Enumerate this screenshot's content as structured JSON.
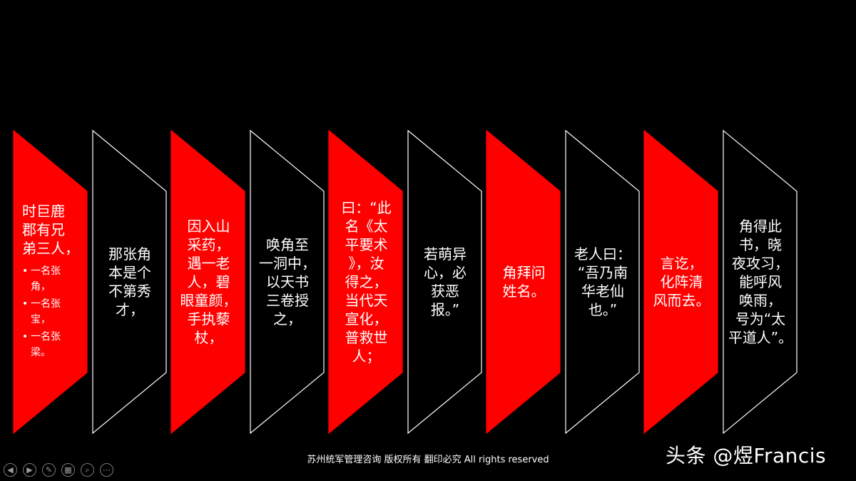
{
  "colors": {
    "red": "#ff0000",
    "black": "#000000",
    "white": "#ffffff"
  },
  "panels": [
    {
      "fill": "red",
      "text": "时巨鹿\n郡有兄\n弟三人，",
      "bullets": [
        "一名张\n角，",
        "一名张\n宝，",
        "一名张\n梁。"
      ]
    },
    {
      "fill": "black",
      "text": "那张角\n本是个\n不第秀\n才，",
      "bullets": []
    },
    {
      "fill": "red",
      "text": "因入山\n采药，\n遇一老\n人，碧\n眼童颜，\n手执藜\n杖，",
      "bullets": []
    },
    {
      "fill": "black",
      "text": "唤角至\n一洞中，\n以天书\n三卷授\n之，",
      "bullets": []
    },
    {
      "fill": "red",
      "text": "曰：“此\n名《太\n平要术\n》，汝\n得之，\n当代天\n宣化，\n普救世\n人；",
      "bullets": []
    },
    {
      "fill": "black",
      "text": "若萌异\n心，必\n获恶\n报。”",
      "bullets": []
    },
    {
      "fill": "red",
      "text": "角拜问\n姓名。",
      "bullets": []
    },
    {
      "fill": "black",
      "text": "老人曰：\n“吾乃南\n华老仙\n也。”",
      "bullets": []
    },
    {
      "fill": "red",
      "text": "言讫，\n化阵清\n风而去。",
      "bullets": []
    },
    {
      "fill": "black",
      "text": "角得此\n书，晓\n夜攻习，\n能呼风\n唤雨，\n号为“太\n平道人”。",
      "bullets": []
    }
  ],
  "footer": "苏州统军管理咨询  版权所有  翻印必究 All rights reserved",
  "watermark": "头条 @煜Francis",
  "controls": [
    {
      "name": "prev-icon",
      "glyph": "◀"
    },
    {
      "name": "next-icon",
      "glyph": "▶"
    },
    {
      "name": "pen-icon",
      "glyph": "✎"
    },
    {
      "name": "slides-grid-icon",
      "glyph": "▦"
    },
    {
      "name": "zoom-icon",
      "glyph": "⌕"
    },
    {
      "name": "more-icon",
      "glyph": "⋯"
    }
  ]
}
